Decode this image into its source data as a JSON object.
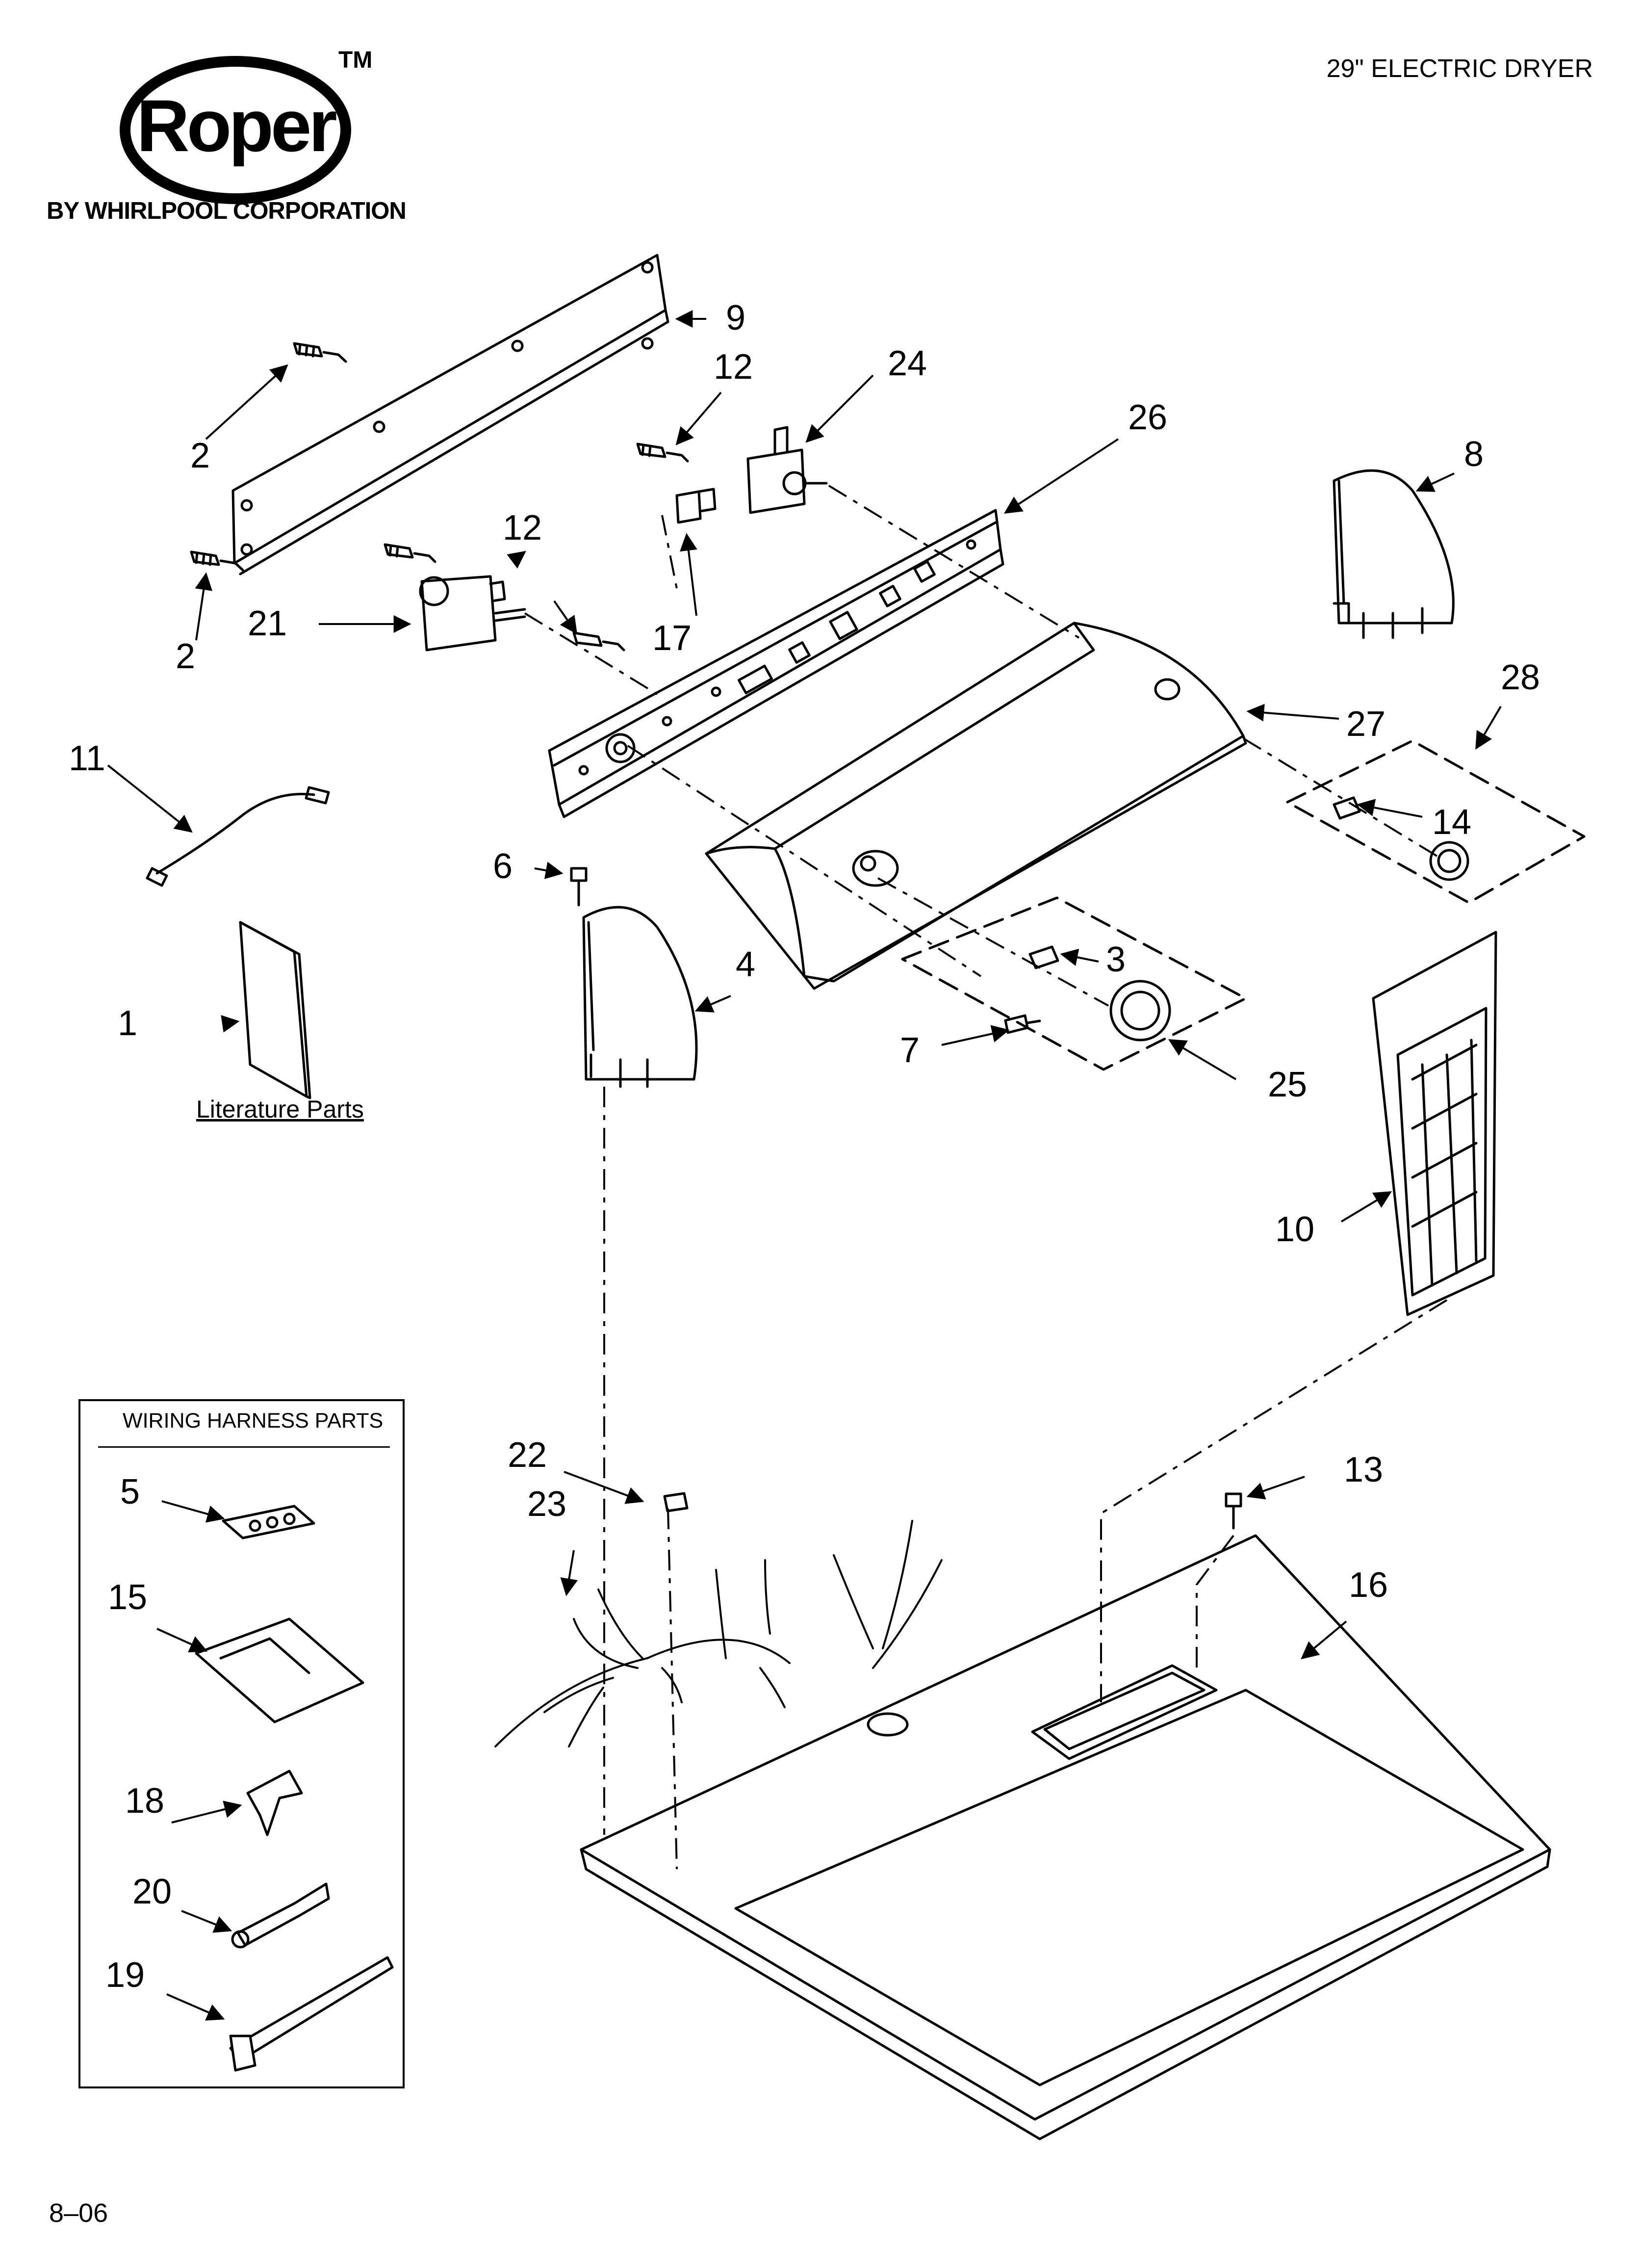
{
  "header": {
    "brand": "Roper",
    "trademark": "TM",
    "subtitle": "BY WHIRLPOOL CORPORATION",
    "title": "29\" ELECTRIC DRYER"
  },
  "footer": {
    "date_code": "8–06"
  },
  "literature": {
    "label": "Literature Parts"
  },
  "harness_box": {
    "title": "WIRING HARNESS PARTS"
  },
  "callouts": {
    "c1": "1",
    "c2a": "2",
    "c2b": "2",
    "c3": "3",
    "c4": "4",
    "c5": "5",
    "c6": "6",
    "c7": "7",
    "c8": "8",
    "c9": "9",
    "c10": "10",
    "c11": "11",
    "c12a": "12",
    "c12b": "12",
    "c13": "13",
    "c14": "14",
    "c15": "15",
    "c16": "16",
    "c17": "17",
    "c18": "18",
    "c19": "19",
    "c20": "20",
    "c21": "21",
    "c22": "22",
    "c23": "23",
    "c24": "24",
    "c25": "25",
    "c26": "26",
    "c27": "27",
    "c28": "28"
  }
}
